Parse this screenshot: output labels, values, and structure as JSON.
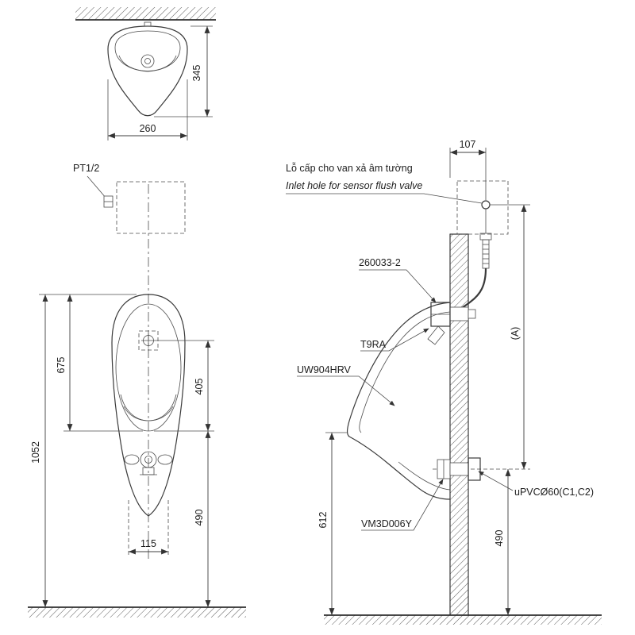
{
  "meta": {
    "description": "Wall-hung urinal installation technical drawing (front and side views)"
  },
  "colors": {
    "line": "#3a3a3a",
    "background": "#ffffff"
  },
  "front_top": {
    "dim_height": "345",
    "dim_width": "260"
  },
  "inlet": {
    "pt_label": "PT1/2"
  },
  "front_main": {
    "dim_rim": "675",
    "dim_spreader_lip": "405",
    "dim_total": "1052",
    "dim_lip_floor": "490",
    "dim_outlet": "115"
  },
  "side": {
    "dim_offset": "107",
    "inlet_vi": "Lỗ cấp cho van xả âm tường",
    "inlet_en": "Inlet hole for sensor flush valve",
    "part_flush_valve": "260033-2",
    "part_spreader": "T9RA",
    "part_body": "UW904HRV",
    "part_pipe": "uPVCØ60(C1,C2)",
    "part_outlet": "VM3D006Y",
    "dim_a": "(A)",
    "dim_lip_floor": "612",
    "dim_outlet_height": "490"
  }
}
